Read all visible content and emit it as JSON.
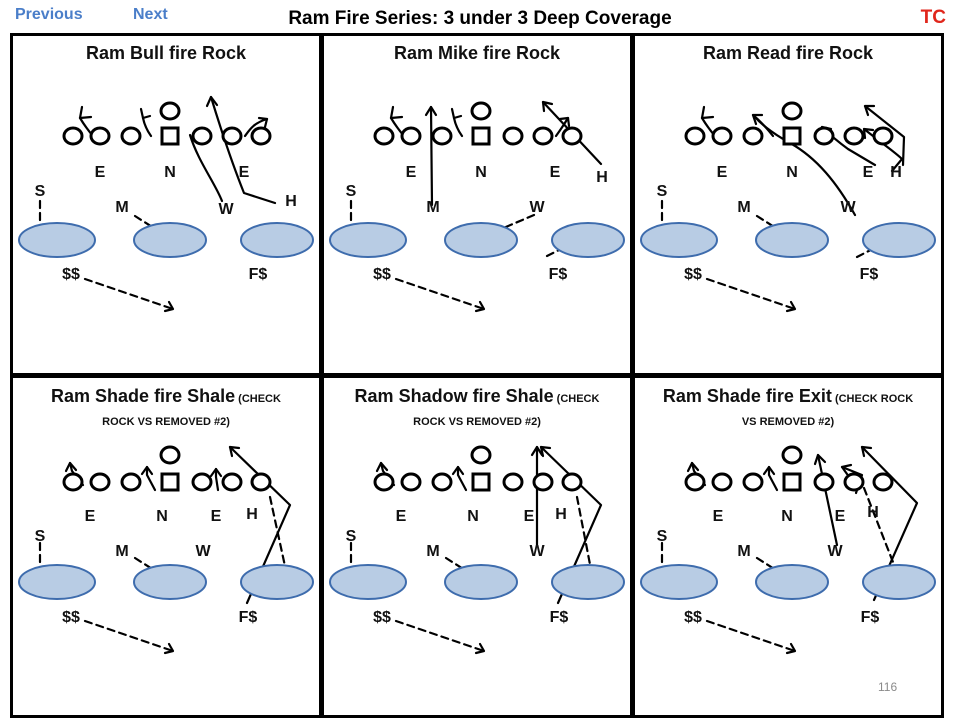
{
  "nav": {
    "previous": "Previous",
    "next": "Next",
    "tc": "TC"
  },
  "title": "Ram Fire Series: 3 under 3 Deep Coverage",
  "page_number": "116",
  "colors": {
    "link": "#4a7ec9",
    "tc": "#e0261b",
    "zone_fill": "#b8cce4",
    "zone_stroke": "#3e6cad"
  },
  "panels": [
    {
      "title": "Ram Bull fire Rock",
      "subtitle": "",
      "labels": [
        "E",
        "N",
        "E",
        "H",
        "S",
        "M",
        "W",
        "$$",
        "F$"
      ]
    },
    {
      "title": "Ram  Mike fire Rock",
      "subtitle": "",
      "labels": [
        "E",
        "N",
        "E",
        "H",
        "S",
        "M",
        "W",
        "$$",
        "F$"
      ]
    },
    {
      "title": "Ram Read fire Rock",
      "subtitle": "",
      "labels": [
        "E",
        "N",
        "E",
        "H",
        "S",
        "M",
        "W",
        "$$",
        "F$"
      ]
    },
    {
      "title": "Ram Shade fire Shale",
      "subtitle": " (CHECK",
      "subtitle2": "ROCK VS REMOVED #2)",
      "labels": [
        "E",
        "N",
        "E",
        "H",
        "S",
        "M",
        "W",
        "$$",
        "F$"
      ]
    },
    {
      "title": "Ram Shadow fire Shale",
      "subtitle": " (CHECK",
      "subtitle2": "ROCK VS REMOVED #2)",
      "labels": [
        "E",
        "N",
        "E",
        "H",
        "S",
        "M",
        "W",
        "$$",
        "F$"
      ]
    },
    {
      "title": "Ram Shade fire Exit",
      "subtitle": " (CHECK ROCK",
      "subtitle2": "VS REMOVED #2)",
      "labels": [
        "E",
        "N",
        "E",
        "H",
        "S",
        "M",
        "W",
        "$$",
        "F$"
      ]
    }
  ]
}
